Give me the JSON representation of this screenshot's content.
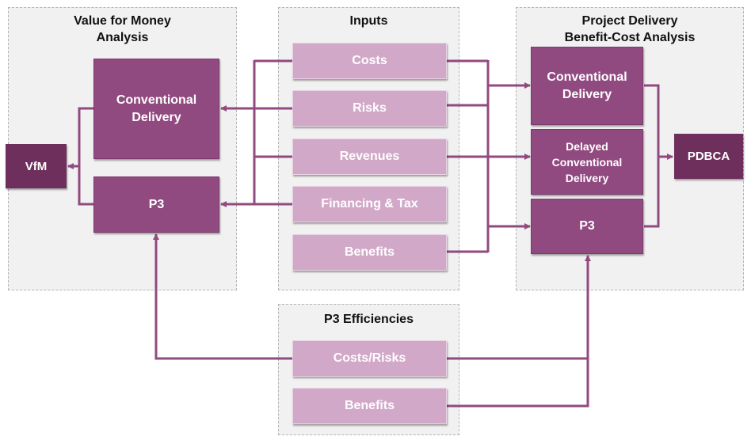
{
  "panels": {
    "vfm": {
      "title": "Value for Money\nAnalysis"
    },
    "inputs": {
      "title": "Inputs"
    },
    "pdbca": {
      "title": "Project Delivery\nBenefit-Cost Analysis"
    },
    "efficiencies": {
      "title": "P3 Efficiencies"
    }
  },
  "vfm_boxes": {
    "conventional": "Conventional\nDelivery",
    "p3": "P3"
  },
  "inputs": {
    "costs": "Costs",
    "risks": "Risks",
    "revenues": "Revenues",
    "financing": "Financing & Tax",
    "benefits": "Benefits"
  },
  "pdbca_boxes": {
    "conventional": "Conventional\nDelivery",
    "delayed": "Delayed\nConventional\nDelivery",
    "p3": "P3"
  },
  "outputs": {
    "vfm": "VfM",
    "pdbca": "PDBCA"
  },
  "efficiencies": {
    "costs_risks": "Costs/Risks",
    "benefits": "Benefits"
  },
  "colors": {
    "arrow": "#914a80",
    "light_box": "#d2a8c8",
    "dark_box": "#914a80",
    "output_box": "#6e2f5c"
  }
}
